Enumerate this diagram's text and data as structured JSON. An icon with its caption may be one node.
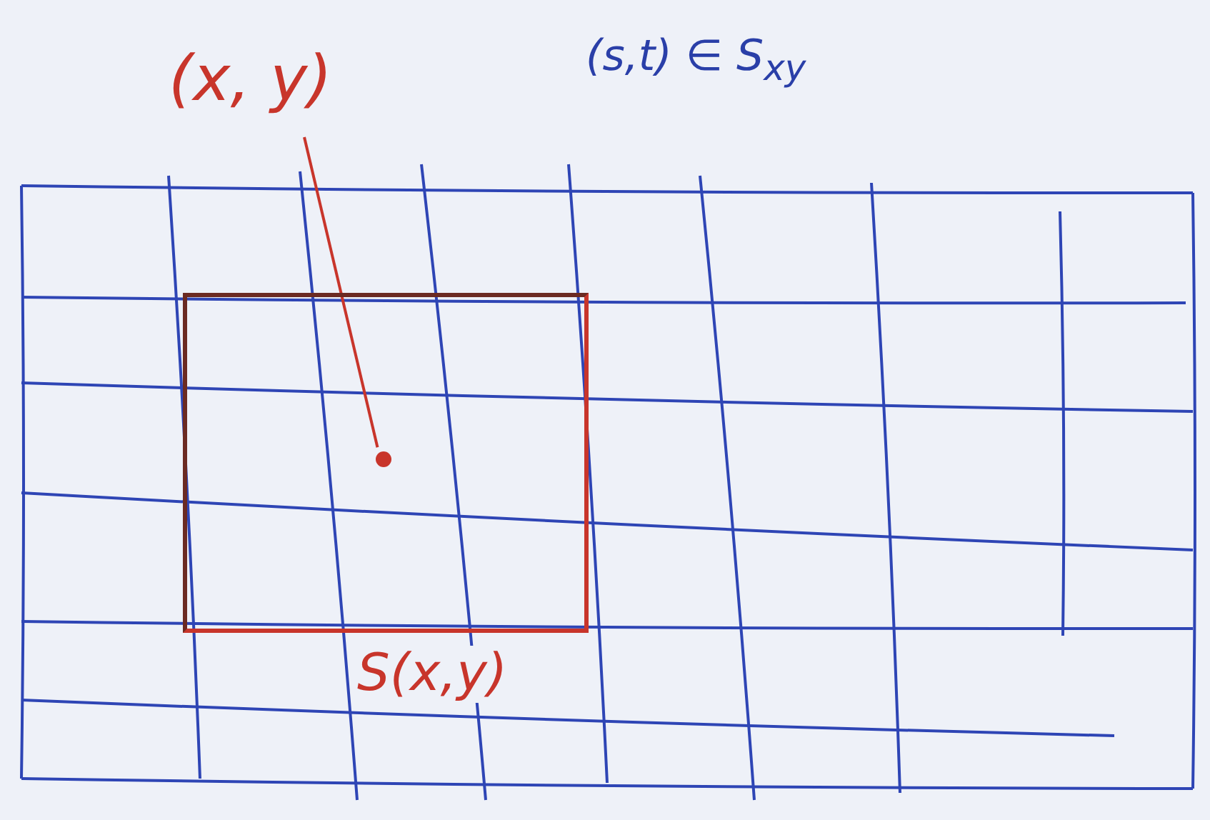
{
  "diagram": {
    "nodes": [
      {
        "text": [
          "(x, y)"
        ]
      },
      {
        "text": [],
        "shape": "box",
        "beside": [
          "S(x,y)"
        ]
      },
      {
        "text": [],
        "shape": "circle",
        "in": 1
      }
    ],
    "edges": [
      {
        "from": 0,
        "to": 2,
        "arrow": "none"
      }
    ],
    "labels": [
      "(s,t) ∈ S$_{xy}$"
    ]
  }
}
